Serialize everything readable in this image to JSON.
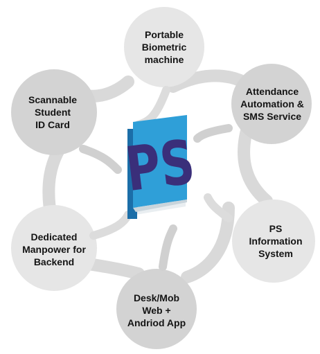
{
  "center": {
    "logo_text": "PS",
    "colors": {
      "book_cover": "#2f9fd8",
      "book_spine": "#1b6ea8",
      "book_pages": "#e8eef2",
      "logo_letters": "#3a2f7a"
    }
  },
  "colors": {
    "node_fill": "#e3e3e3",
    "node_fill_dark": "#cfcfcf",
    "swirl": "#d6d6d6",
    "text": "#141414"
  },
  "nodes": [
    {
      "lines": [
        "Portable",
        "Biometric",
        "machine"
      ]
    },
    {
      "lines": [
        "Attendance",
        "Automation &",
        "SMS Service"
      ]
    },
    {
      "lines": [
        "PS",
        "Information",
        "System"
      ]
    },
    {
      "lines": [
        "Desk/Mob",
        "Web +",
        "Andriod App"
      ]
    },
    {
      "lines": [
        "Dedicated",
        "Manpower for",
        "Backend"
      ]
    },
    {
      "lines": [
        "Scannable",
        "Student",
        "ID Card"
      ]
    }
  ]
}
